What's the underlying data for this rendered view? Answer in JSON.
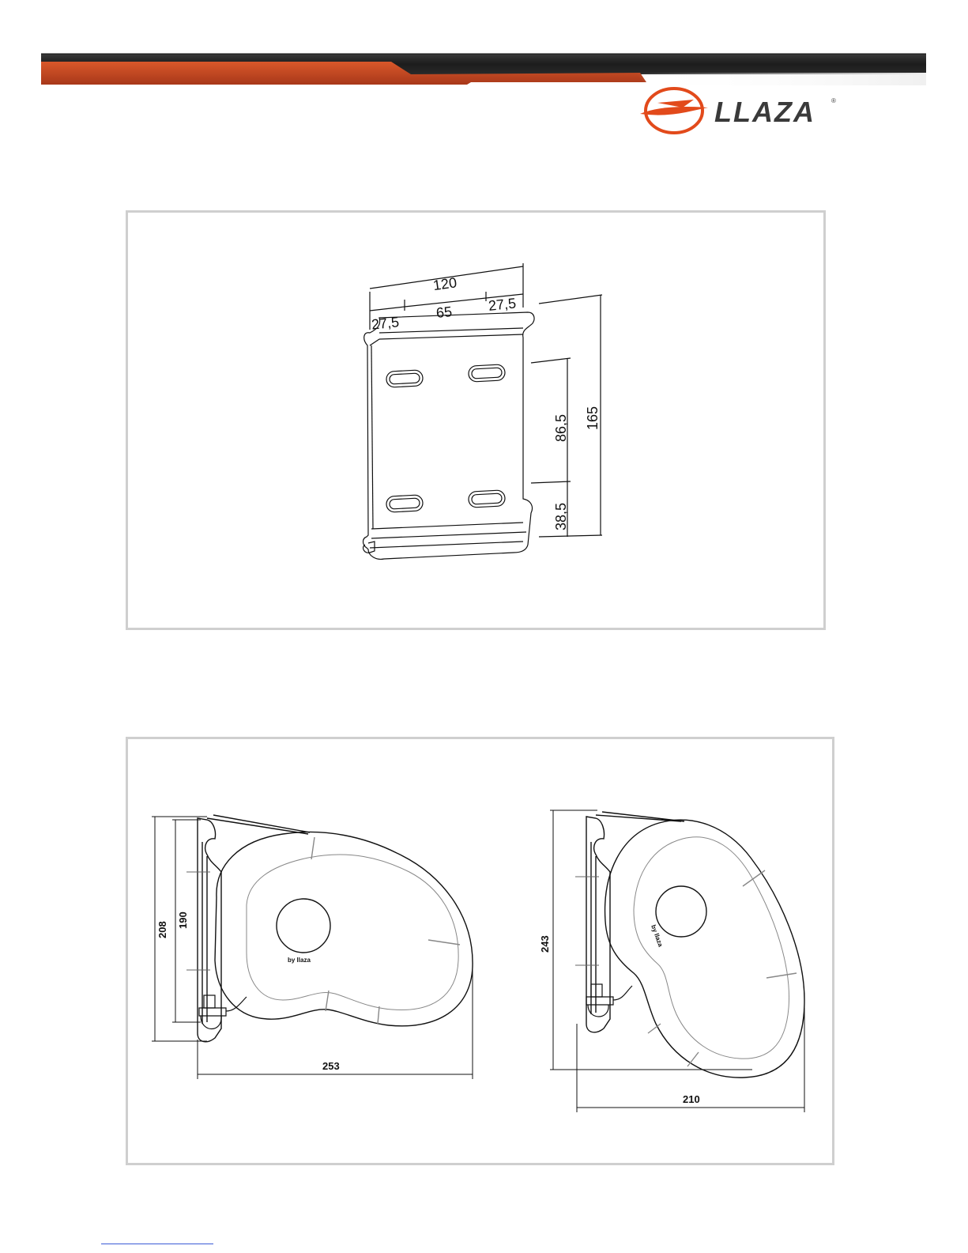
{
  "brand": {
    "logo_text": "LLAZA",
    "registered_mark": "®",
    "primary_color": "#e24a1b",
    "dark_band_color": "#202020",
    "orange_band_color": "#c8461f"
  },
  "bracket_drawing": {
    "dim_total_width": "120",
    "dim_left_offset": "27,5",
    "dim_hole_spacing_h": "65",
    "dim_right_offset": "27,5",
    "dim_hole_spacing_v": "86,5",
    "dim_bottom_offset": "38,5",
    "dim_total_height": "165"
  },
  "profile_drawing_left": {
    "dim_height_outer": "208",
    "dim_height_inner": "190",
    "dim_width": "253",
    "stamp_text": "by llaza"
  },
  "profile_drawing_right": {
    "dim_height": "243",
    "dim_width": "210",
    "stamp_text": "by llaza"
  }
}
